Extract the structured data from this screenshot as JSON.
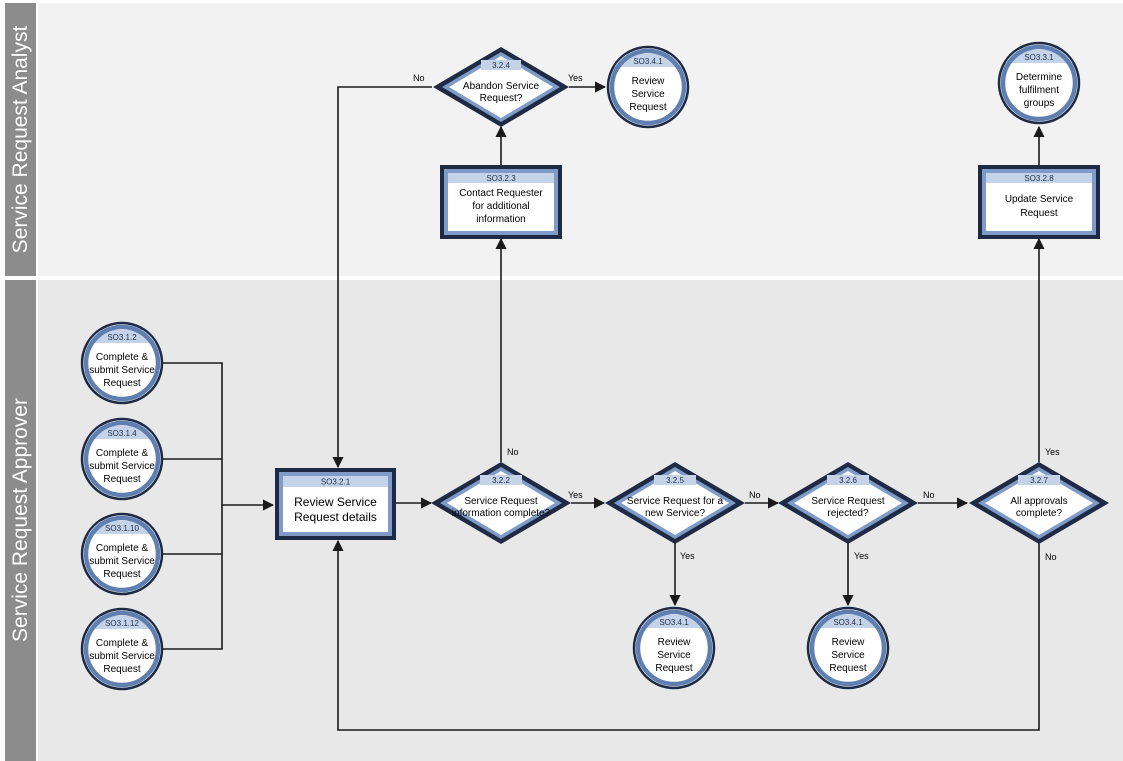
{
  "lanes": {
    "analyst": "Service Request Analyst",
    "approver": "Service Request Approver"
  },
  "nodes": {
    "n312": {
      "code": "SO3.1.2",
      "lines": [
        "Complete &",
        "submit Service",
        "Request"
      ]
    },
    "n314": {
      "code": "SO3.1.4",
      "lines": [
        "Complete &",
        "submit Service",
        "Request"
      ]
    },
    "n3110": {
      "code": "SO3.1.10",
      "lines": [
        "Complete &",
        "submit Service",
        "Request"
      ]
    },
    "n3112": {
      "code": "SO3.1.12",
      "lines": [
        "Complete &",
        "submit Service",
        "Request"
      ]
    },
    "n321": {
      "code": "SO3.2.1",
      "lines": [
        "Review Service",
        "Request details"
      ]
    },
    "n322": {
      "code": "3.2.2",
      "lines": [
        "Service Request",
        "information complete?"
      ]
    },
    "n323": {
      "code": "SO3.2.3",
      "lines": [
        "Contact Requester",
        "for additional",
        "information"
      ]
    },
    "n324": {
      "code": "3.2.4",
      "lines": [
        "Abandon Service",
        "Request?"
      ]
    },
    "n341a": {
      "code": "SO3.4.1",
      "lines": [
        "Review",
        "Service",
        "Request"
      ]
    },
    "n325": {
      "code": "3.2.5",
      "lines": [
        "Service Request for a",
        "new Service?"
      ]
    },
    "n341b": {
      "code": "SO3.4.1",
      "lines": [
        "Review",
        "Service",
        "Request"
      ]
    },
    "n326": {
      "code": "3.2.6",
      "lines": [
        "Service Request",
        "rejected?"
      ]
    },
    "n341c": {
      "code": "SO3.4.1",
      "lines": [
        "Review",
        "Service",
        "Request"
      ]
    },
    "n327": {
      "code": "3.2.7",
      "lines": [
        "All approvals",
        "complete?"
      ]
    },
    "n328": {
      "code": "SO3.2.8",
      "lines": [
        "Update Service",
        "Request"
      ]
    },
    "n331": {
      "code": "SO3.3.1",
      "lines": [
        "Determine",
        "fulfilment",
        "groups"
      ]
    }
  },
  "edge_labels": {
    "no_324": "No",
    "yes_324": "Yes",
    "no_322": "No",
    "yes_322": "Yes",
    "no_325": "No",
    "yes_325": "Yes",
    "no_326": "No",
    "yes_326": "Yes",
    "yes_327": "Yes",
    "no_327": "No"
  },
  "colors": {
    "lane_label_bg": "#8c8c8c",
    "analyst_lane_bg": "#f2f2f2",
    "approver_lane_bg": "#e8e8e8",
    "shape_fill": "#ffffff",
    "shape_border": "#1f2a44",
    "shape_ring": "#5f7fb0",
    "code_band": "#c5d3e8"
  }
}
